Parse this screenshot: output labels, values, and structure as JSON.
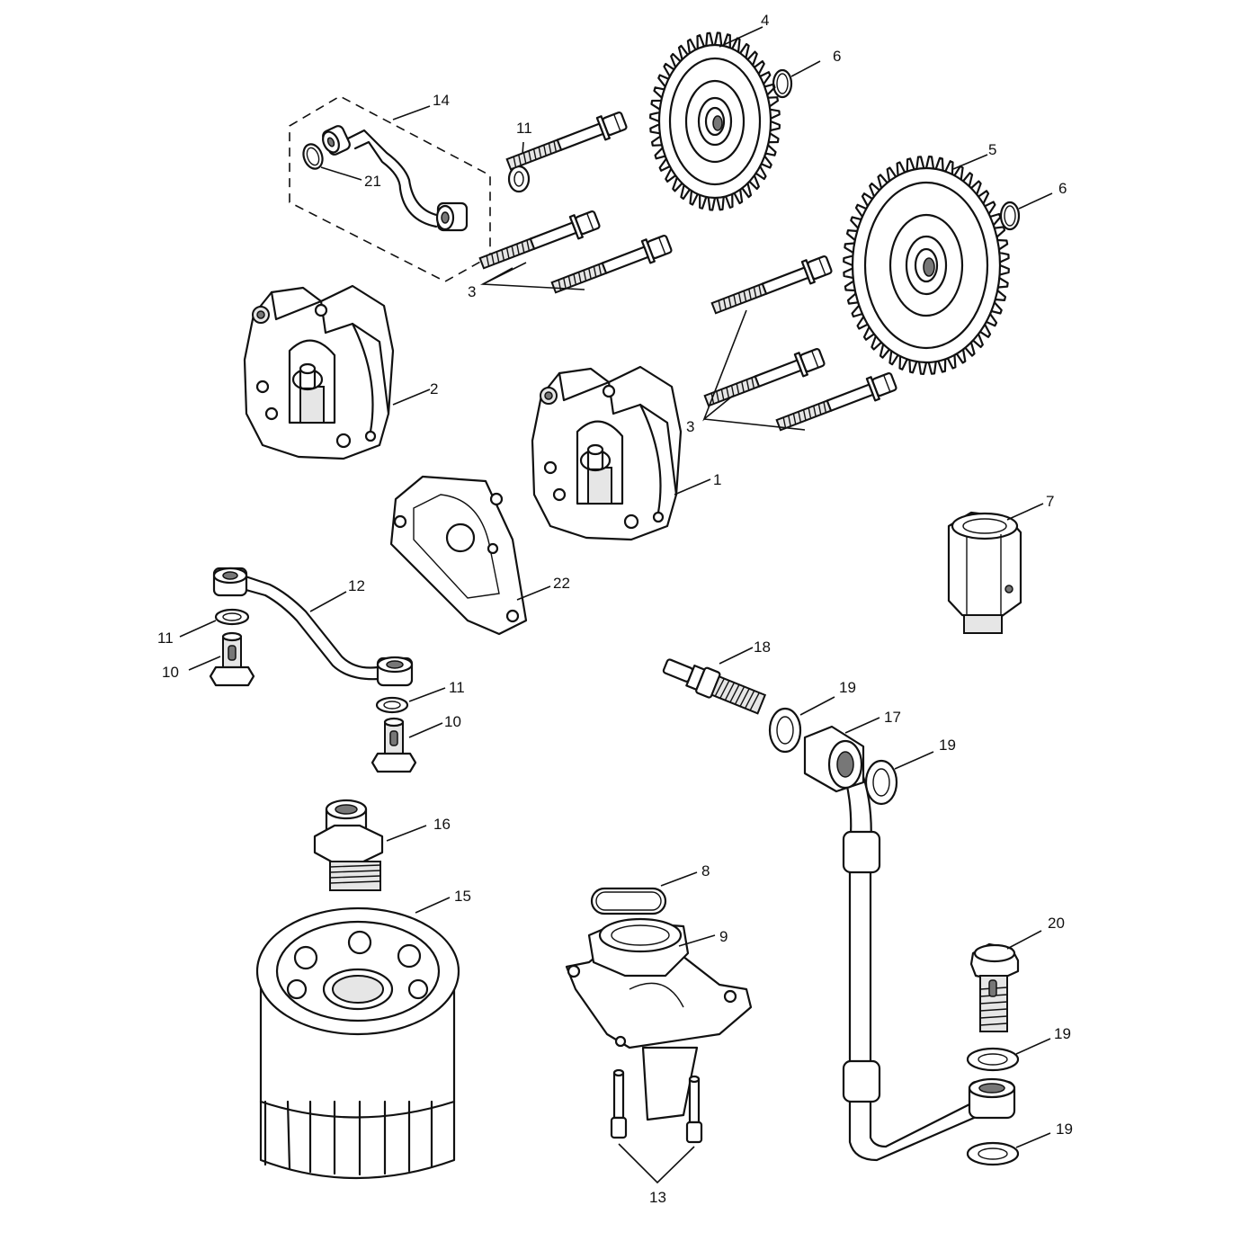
{
  "callouts": {
    "c1": "1",
    "c2": "2",
    "c3a": "3",
    "c3b": "3",
    "c4": "4",
    "c5": "5",
    "c6a": "6",
    "c6b": "6",
    "c7": "7",
    "c8": "8",
    "c9": "9",
    "c10a": "10",
    "c10b": "10",
    "c11a": "11",
    "c11b": "11",
    "c11c": "11",
    "c12": "12",
    "c13": "13",
    "c14": "14",
    "c15": "15",
    "c16": "16",
    "c17": "17",
    "c18": "18",
    "c19a": "19",
    "c19b": "19",
    "c19c": "19",
    "c19d": "19",
    "c20": "20",
    "c21": "21",
    "c22": "22"
  },
  "icons": {
    "gear": "gear-icon",
    "pump": "oil-pump-icon",
    "bolt": "bolt-icon",
    "washer": "washer-icon",
    "pipe": "oil-pipe-icon",
    "filter": "oil-filter-icon",
    "strainer": "oil-strainer-icon"
  }
}
